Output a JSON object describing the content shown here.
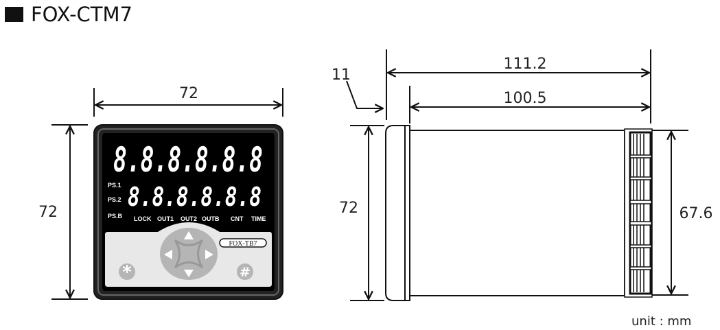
{
  "title": "FOX-CTM7",
  "unit": "unit : mm",
  "front_view": {
    "width_dim": "72",
    "height_dim": "72",
    "display_top": "8.8.8.8.8.8",
    "display_bottom": "8.8.8.8.8.8",
    "ps_labels": [
      "PS.1",
      "PS.2",
      "PS.B"
    ],
    "indicators": [
      "LOCK",
      "OUT1",
      "OUT2",
      "OUTB",
      "CNT",
      "TIME"
    ],
    "model_badge": "FOX-TB7"
  },
  "side_view": {
    "total_depth": "111.2",
    "body_depth": "100.5",
    "flange_depth": "11",
    "height_dim": "72",
    "body_height": "67.6"
  }
}
